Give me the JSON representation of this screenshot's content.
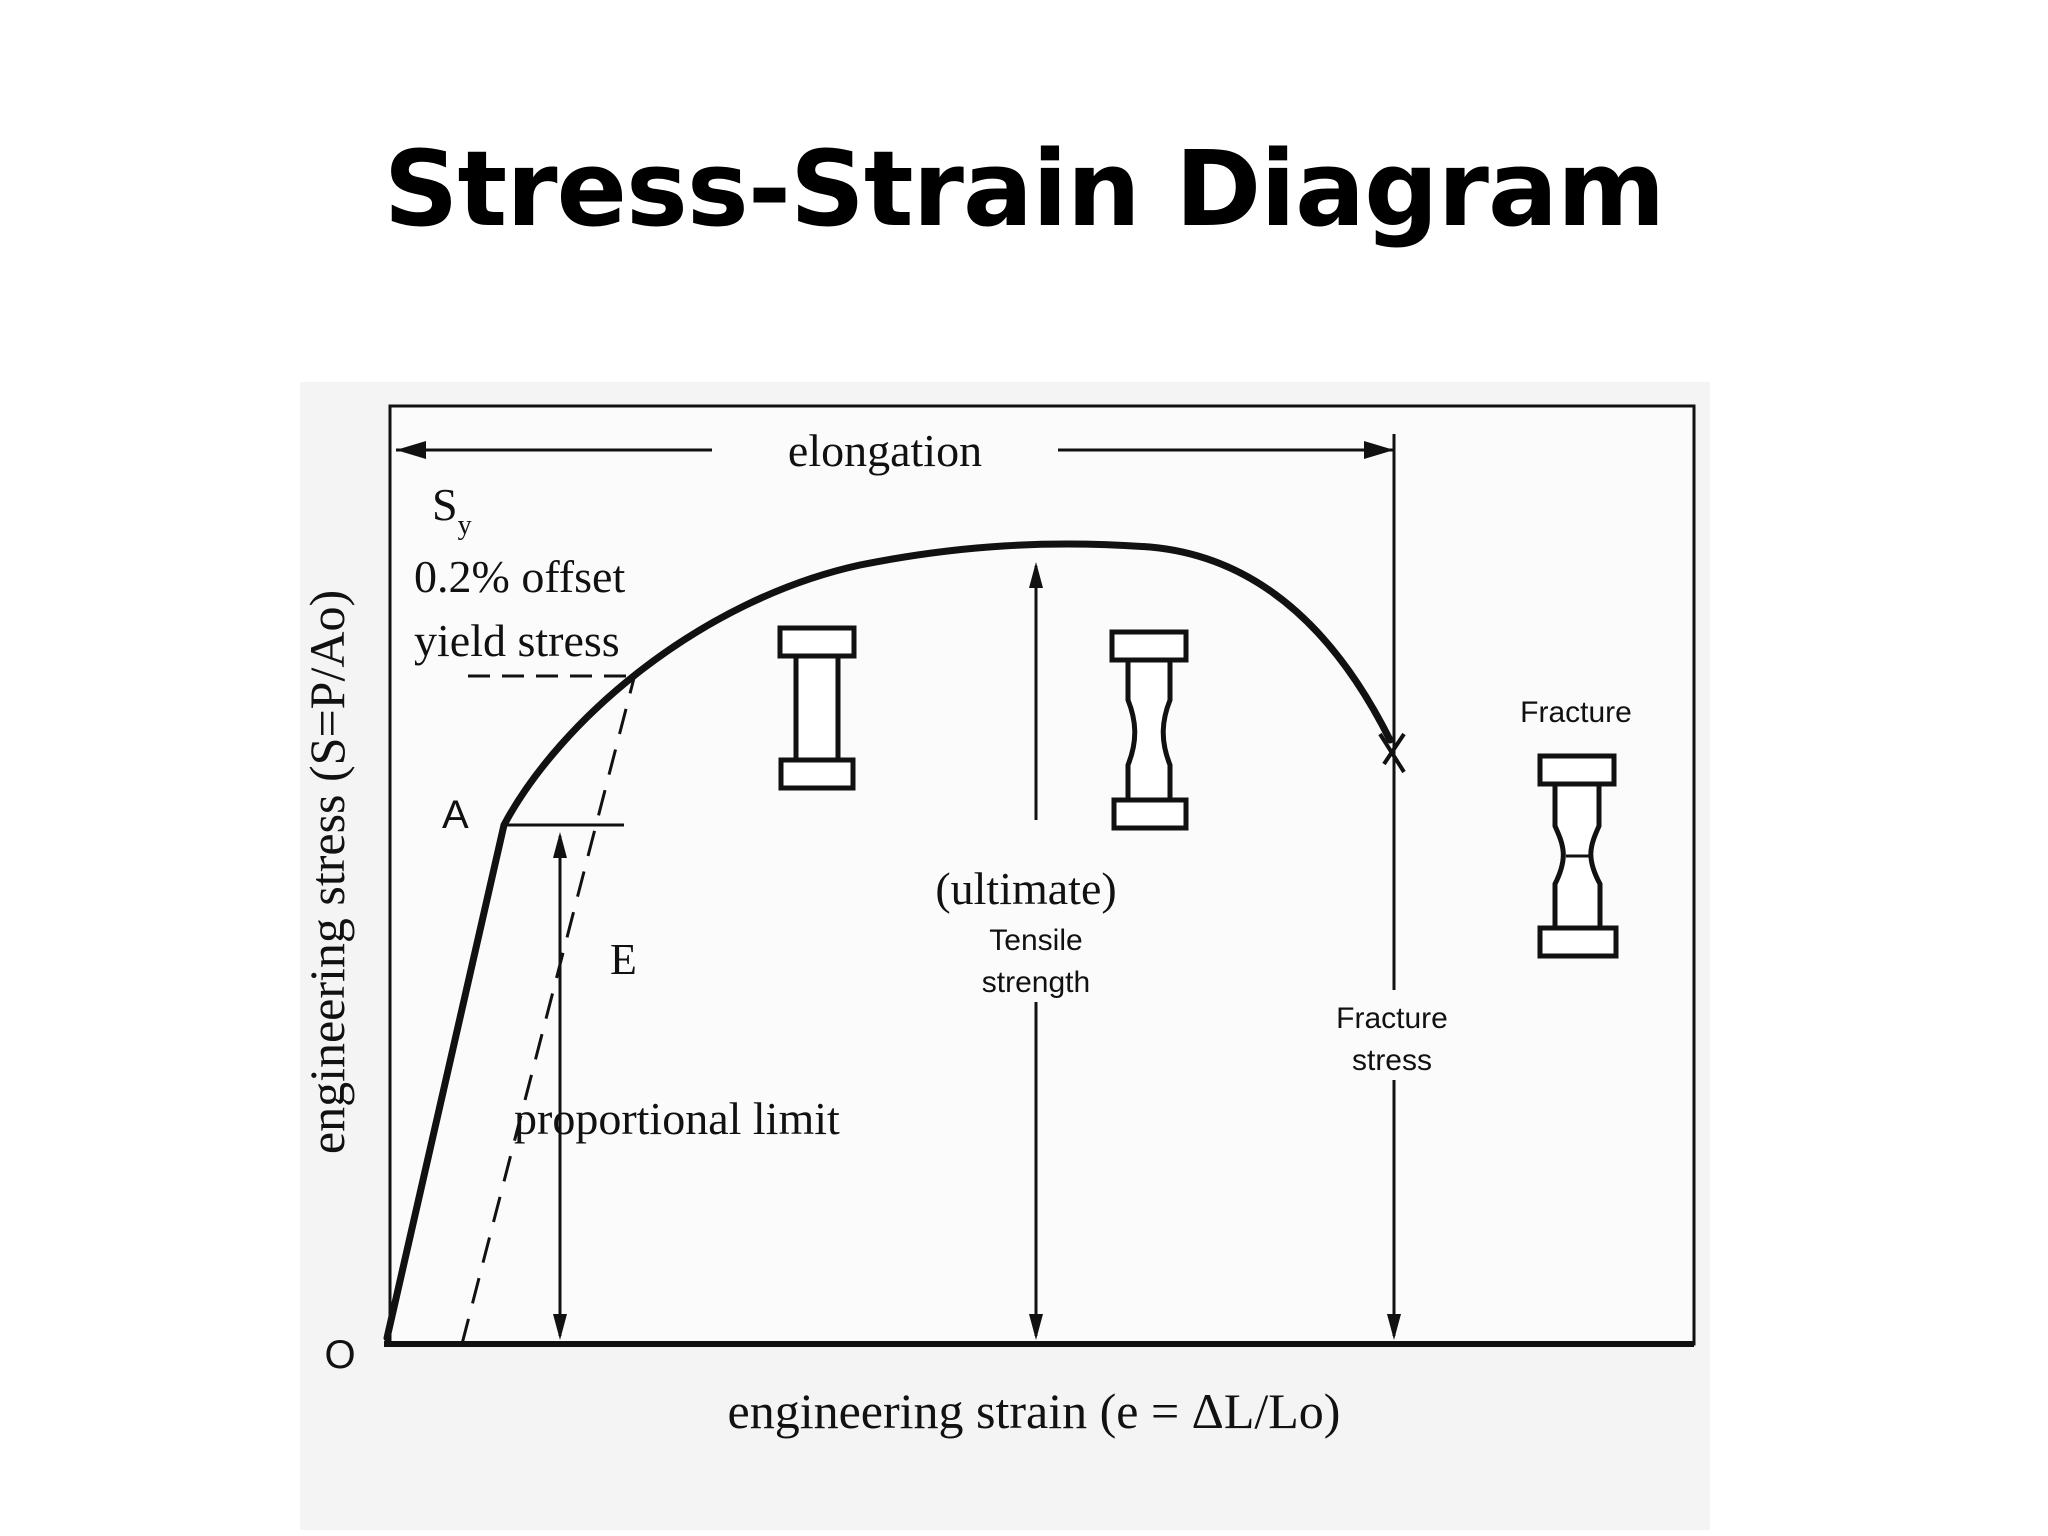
{
  "slide": {
    "title": "Stress-Strain Diagram"
  },
  "axes": {
    "x_label": "engineering strain (e = ΔL/Lo)",
    "y_label": "engineering stress (S=P/Ao)",
    "origin_label": "O"
  },
  "annotations": {
    "elongation": "elongation",
    "yield_symbol": "S",
    "yield_subscript": "y",
    "yield_line1": "0.2% offset",
    "yield_line2": "yield stress",
    "point_a": "A",
    "modulus": "E",
    "proportional_limit": "proportional limit",
    "ultimate": "(ultimate)",
    "tensile": "Tensile",
    "strength": "strength",
    "fracture_stress_line1": "Fracture",
    "fracture_stress_line2": "stress",
    "fracture": "Fracture"
  },
  "colors": {
    "ink": "#111111",
    "paper": "#f4f4f4",
    "background": "#ffffff"
  },
  "specimens": [
    {
      "stage": "uniform elongation",
      "necking": "none"
    },
    {
      "stage": "necking",
      "necking": "partial"
    },
    {
      "stage": "fracture",
      "necking": "full"
    }
  ]
}
